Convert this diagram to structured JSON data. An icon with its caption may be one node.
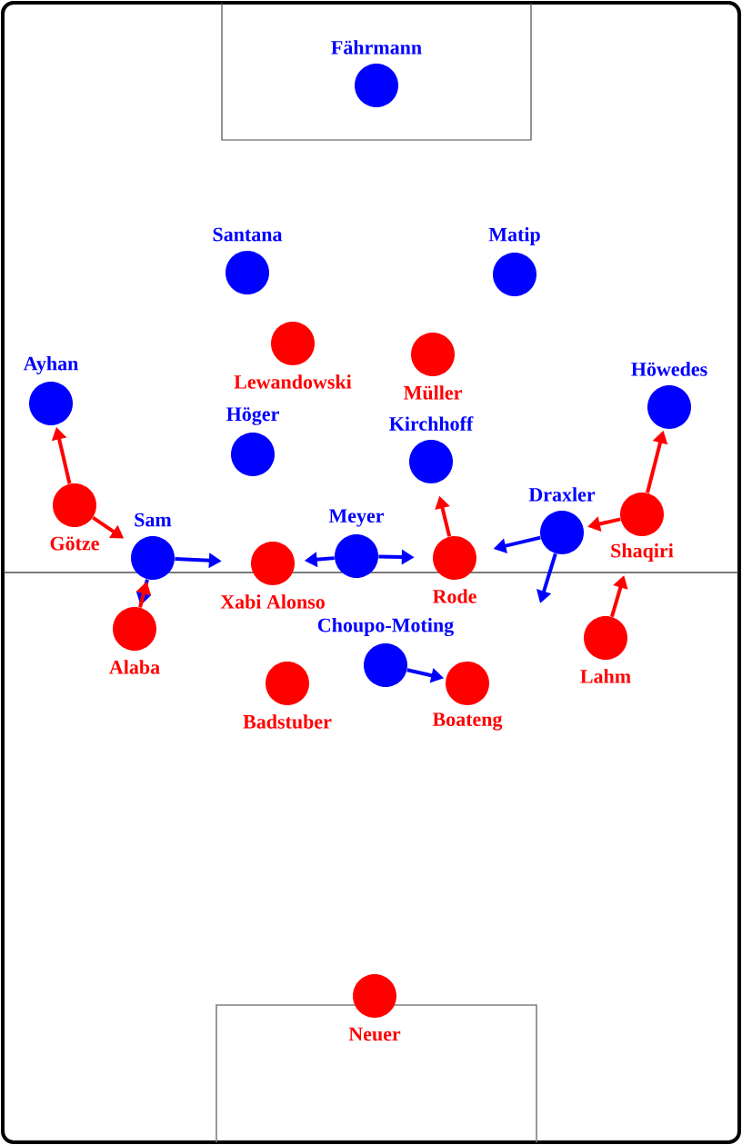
{
  "diagram": {
    "nodes": [
      {
        "text": [
          "Fährmann"
        ]
      },
      {
        "text": [
          "Santana"
        ]
      },
      {
        "text": [
          "Matip"
        ]
      },
      {
        "text": [
          "Lewandowski"
        ]
      },
      {
        "text": [
          "Müller"
        ]
      },
      {
        "text": [
          "Ayhan"
        ]
      },
      {
        "text": [
          "Höwedes"
        ]
      },
      {
        "text": [
          "Höger"
        ]
      },
      {
        "text": [
          "Kirchhoff"
        ]
      },
      {
        "text": [
          "Götze"
        ]
      },
      {
        "text": [
          "Draxler"
        ]
      },
      {
        "text": [
          "Sam"
        ]
      },
      {
        "text": [
          "Meyer"
        ]
      },
      {
        "text": [
          "Rode"
        ]
      },
      {
        "text": [
          "Shaqiri"
        ]
      },
      {
        "text": [
          "Xabi Alonso"
        ]
      },
      {
        "text": [
          "Alaba"
        ]
      },
      {
        "text": [
          "Lahm"
        ]
      },
      {
        "text": [
          "Choupo-Moting"
        ]
      },
      {
        "text": [
          "Badstuber"
        ]
      },
      {
        "text": [
          "Boateng"
        ]
      },
      {
        "text": [
          "Neuer"
        ]
      }
    ],
    "edges": [
      {
        "from": 9,
        "to": 5,
        "arrow": "to",
        "color": "#ff0000"
      },
      {
        "from": 9,
        "to": 11,
        "arrow": "to",
        "color": "#ff0000"
      },
      {
        "from": 11,
        "to": 15,
        "arrow": "to",
        "color": "#0000ff"
      },
      {
        "from": 11,
        "to": 16,
        "arrow": "to",
        "color": "#0000ff"
      },
      {
        "from": 16,
        "to": 11,
        "arrow": "to",
        "color": "#ff0000"
      },
      {
        "from": 12,
        "to": 15,
        "arrow": "to",
        "color": "#0000ff"
      },
      {
        "from": 12,
        "to": 13,
        "arrow": "to",
        "color": "#0000ff"
      },
      {
        "from": 13,
        "to": 8,
        "arrow": "to",
        "color": "#ff0000"
      },
      {
        "from": 10,
        "to": 13,
        "arrow": "to",
        "color": "#0000ff"
      },
      {
        "from": 10,
        "to": null,
        "arrow": "to",
        "color": "#0000ff"
      },
      {
        "from": 14,
        "to": 6,
        "arrow": "to",
        "color": "#ff0000"
      },
      {
        "from": 14,
        "to": 10,
        "arrow": "to",
        "color": "#ff0000"
      },
      {
        "from": 17,
        "to": 14,
        "arrow": "to",
        "color": "#ff0000"
      },
      {
        "from": 18,
        "to": 20,
        "arrow": "to",
        "color": "#0000ff"
      }
    ]
  }
}
